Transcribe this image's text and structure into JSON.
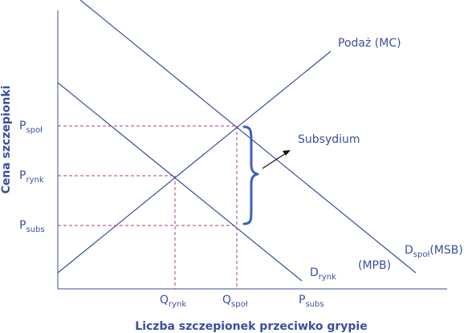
{
  "axes": {
    "y_title": "Cena szczepionki",
    "x_title": "Liczba szczepionek przeciwko grypie"
  },
  "curves": {
    "supply": "Podaż (MC)",
    "d_spol_main": "D",
    "d_spol_sub": "społ",
    "d_spol_suffix": "(MSB)",
    "mpb": "(MPB)",
    "d_rynk_main": "D",
    "d_rynk_sub": "rynk"
  },
  "y_ticks": [
    {
      "main": "P",
      "sub": "społ"
    },
    {
      "main": "P",
      "sub": "rynk"
    },
    {
      "main": "P",
      "sub": "subs"
    }
  ],
  "x_ticks": [
    {
      "main": "Q",
      "sub": "rynk"
    },
    {
      "main": "Q",
      "sub": "społ"
    },
    {
      "main": "P",
      "sub": "subs"
    }
  ],
  "annotation": {
    "subsidy": "Subsydium"
  },
  "colors": {
    "lines": "#3a4f9e",
    "guides": "#b03a8a",
    "brace": "#3a5fc0",
    "arrow": "#111111"
  }
}
